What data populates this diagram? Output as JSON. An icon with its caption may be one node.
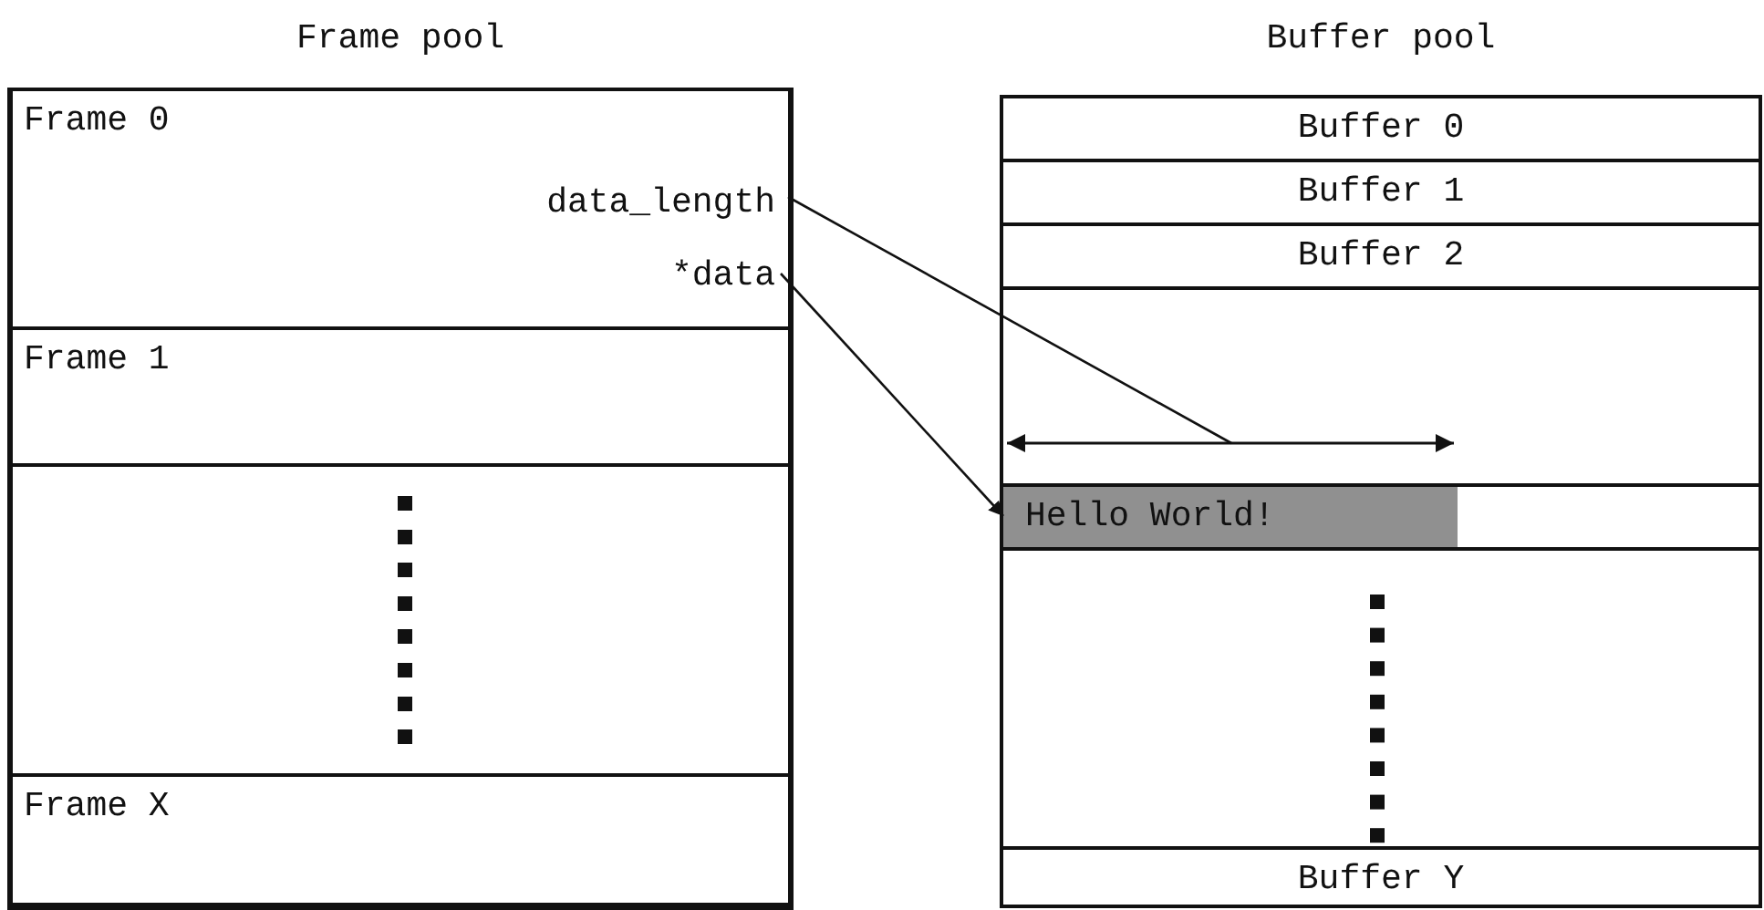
{
  "diagram": {
    "nodes": [
      {
        "text": [
          "Frame pool"
        ]
      },
      {
        "text": [
          "Frame 0"
        ],
        "in": 0
      },
      {
        "text": [
          "data_length"
        ],
        "in": 1
      },
      {
        "text": [
          "*data"
        ],
        "in": 1
      },
      {
        "text": [
          "Frame 1"
        ],
        "in": 0
      },
      {
        "text": [],
        "shape": "box",
        "in": 0
      },
      {
        "text": [
          "Frame X"
        ],
        "in": 0
      },
      {
        "text": [
          "Buffer pool"
        ]
      },
      {
        "text": [
          "Buffer 0"
        ],
        "in": 7
      },
      {
        "text": [
          "Buffer 1"
        ],
        "in": 7
      },
      {
        "text": [
          "Buffer 2"
        ],
        "in": 7
      },
      {
        "text": [
          "Hello World!"
        ],
        "in": 7
      },
      {
        "text": [
          "Buffer Y"
        ],
        "in": 7
      }
    ],
    "edges": [
      {
        "from": 2,
        "to": null,
        "arrow": "none"
      },
      {
        "from": 3,
        "to": 11,
        "arrow": "to"
      }
    ]
  }
}
